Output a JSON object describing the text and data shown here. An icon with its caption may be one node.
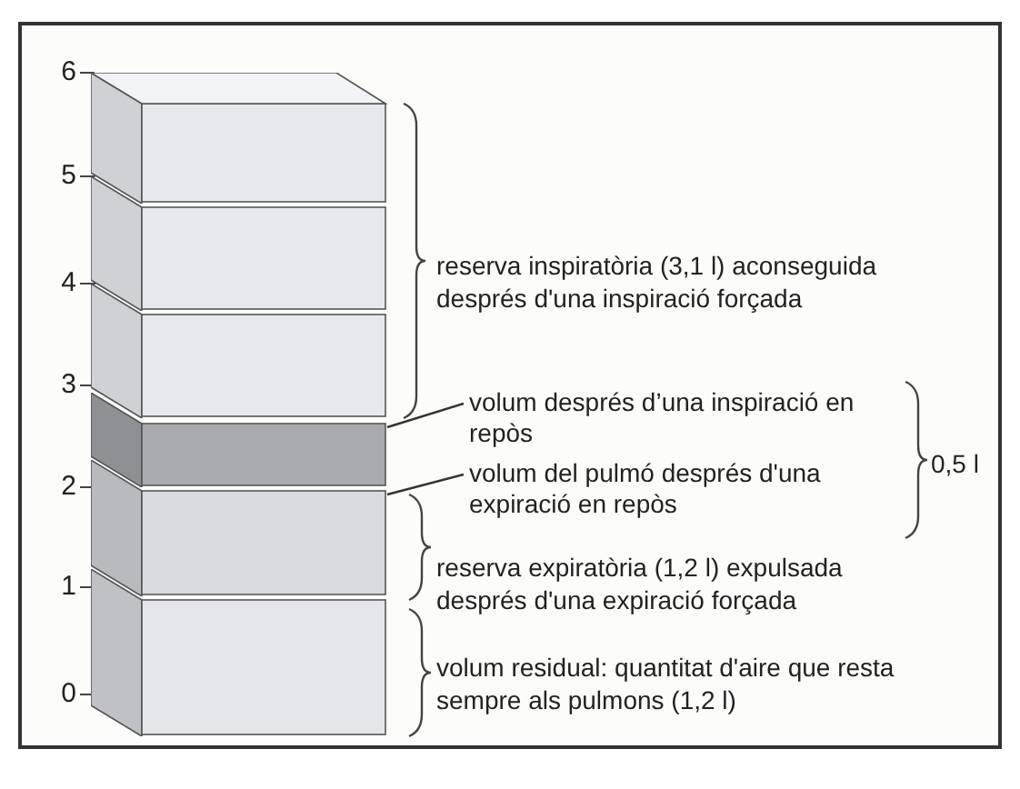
{
  "diagram": {
    "nodes": [
      {
        "text": [],
        "shape": "box"
      },
      {
        "text": [],
        "shape": "box"
      },
      {
        "text": [],
        "shape": "box"
      },
      {
        "text": [],
        "shape": "box"
      },
      {
        "text": [],
        "shape": "box"
      },
      {
        "text": [],
        "shape": "box"
      },
      {
        "text": [
          "volum després d’una inspiració en repòs"
        ]
      },
      {
        "text": [
          "volum del pulmó després d'una expiració en repòs"
        ]
      }
    ],
    "edges": [
      {
        "from": 6,
        "to": 3,
        "arrow": "none"
      },
      {
        "from": 7,
        "to": 4,
        "arrow": "none"
      }
    ],
    "labels": [
      "6",
      "5",
      "4",
      "3",
      "2",
      "1",
      "0",
      "reserva inspiratòria (3,1 l) aconseguida després d'una inspiració forçada",
      "0,5 l",
      "reserva expiratòria (1,2 l) expulsada després d'una expiració forçada",
      "volum residual: quantitat d'aire que resta sempre als pulmons (1,2 l)"
    ]
  }
}
